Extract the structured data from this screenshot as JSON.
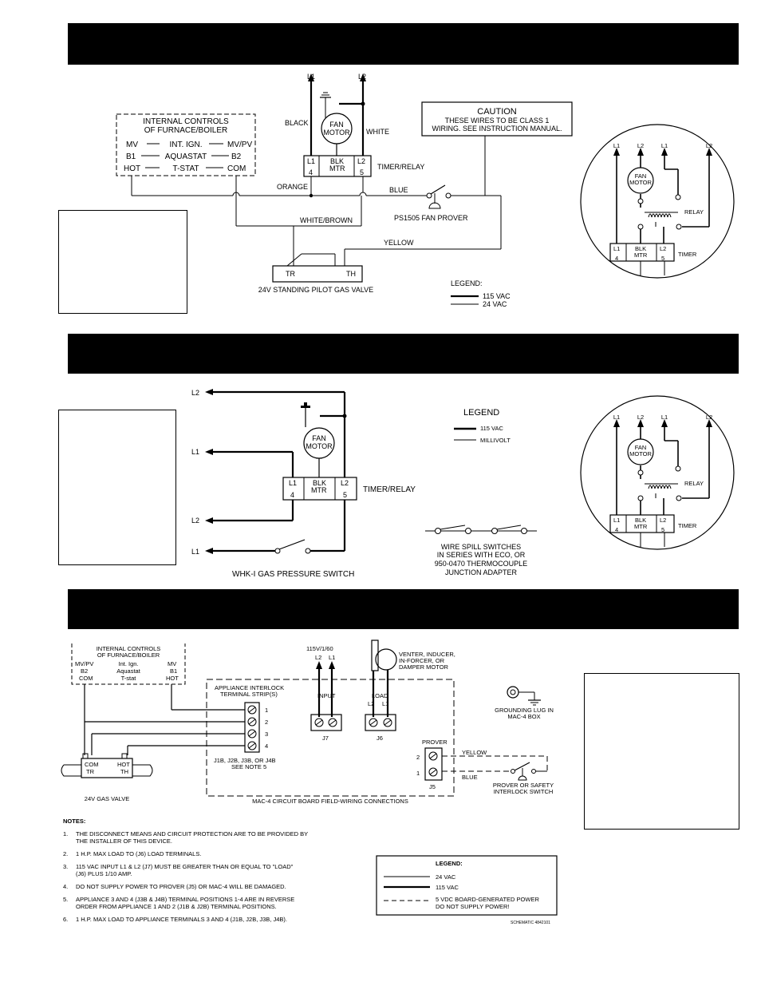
{
  "panel1": {
    "internal_controls": {
      "line1": "INTERNAL CONTROLS",
      "line2": "OF FURNACE/BOILER",
      "row1_left": "MV",
      "row1_mid": "INT. IGN.",
      "row1_right": "MV/PV",
      "row2_left": "B1",
      "row2_mid": "AQUASTAT",
      "row2_right": "B2",
      "row3_left": "HOT",
      "row3_mid": "T-STAT",
      "row3_right": "COM"
    },
    "l1": "L1",
    "l2": "L2",
    "black": "BLACK",
    "white": "WHITE",
    "fan_motor": [
      "FAN",
      "MOTOR"
    ],
    "relay_l1": "L1",
    "relay_blk": "BLK",
    "relay_mtr": "MTR",
    "relay_l2": "L2",
    "relay_4": "4",
    "relay_5": "5",
    "timer_relay": "TIMER/RELAY",
    "caution_title": "CAUTION",
    "caution_line1": "THESE WIRES TO BE CLASS 1",
    "caution_line2": "WIRING. SEE INSTRUCTION MANUAL.",
    "orange": "ORANGE",
    "blue": "BLUE",
    "white_brown": "WHITE/BROWN",
    "yellow": "YELLOW",
    "fan_prover": "PS1505 FAN PROVER",
    "tr": "TR",
    "th": "TH",
    "gas_valve": "24V STANDING PILOT GAS VALVE",
    "legend_title": "LEGEND:",
    "legend_115": "115 VAC",
    "legend_24": "24 VAC"
  },
  "panel2": {
    "l2_top": "L2",
    "l1_a": "L1",
    "l2_b": "L2",
    "l1_b": "L1",
    "fan_motor": [
      "FAN",
      "MOTOR"
    ],
    "relay_l1": "L1",
    "relay_blk": "BLK",
    "relay_mtr": "MTR",
    "relay_l2": "L2",
    "relay_4": "4",
    "relay_5": "5",
    "timer_relay": "TIMER/RELAY",
    "switch": "WHK-I GAS PRESSURE SWITCH",
    "legend_title": "LEGEND",
    "legend_115": "115 VAC",
    "legend_mv": "MILLIVOLT",
    "spill_line1": "WIRE SPILL SWITCHES",
    "spill_line2": "IN SERIES WITH ECO, OR",
    "spill_line3": "950-0470 THERMOCOUPLE",
    "spill_line4": "JUNCTION ADAPTER"
  },
  "inset": {
    "l1a": "L1",
    "l2a": "L2",
    "l1b": "L1",
    "l2b": "L2",
    "fan_motor": [
      "FAN",
      "MOTOR"
    ],
    "relay": "RELAY",
    "timer": "TIMER",
    "t_l1": "L1",
    "t_blk": "BLK",
    "t_mtr": "MTR",
    "t_l2": "L2",
    "t_4": "4",
    "t_5": "5"
  },
  "panel3": {
    "internal_controls": {
      "line1": "INTERNAL CONTROLS",
      "line2": "OF FURNACE/BOILER",
      "row1_left": "MV/PV",
      "row1_mid": "Int. Ign.",
      "row1_right": "MV",
      "row2_left": "B2",
      "row2_mid": "Aquastat",
      "row2_right": "B1",
      "row3_left": "COM",
      "row3_mid": "T-stat",
      "row3_right": "HOT"
    },
    "strip_line1": "APPLIANCE INTERLOCK",
    "strip_line2": "TERMINAL STRIP(S)",
    "terminals": [
      "1",
      "2",
      "3",
      "4"
    ],
    "jnote_line1": "J1B, J2B, J3B, OR J4B",
    "jnote_line2": "SEE NOTE 5",
    "power": "115V/1/60",
    "input_l2": "L2",
    "input_l1": "L1",
    "input": "INPUT",
    "j7": "J7",
    "load": "LOAD",
    "load_l2": "L2",
    "load_l1": "L1",
    "j6": "J6",
    "motor_line1": "VENTER, INDUCER,",
    "motor_line2": "IN-FORCER, OR",
    "motor_line3": "DAMPER MOTOR",
    "ground_line1": "GROUNDING LUG IN",
    "ground_line2": "MAC-4 BOX",
    "prover": "PROVER",
    "p2": "2",
    "p1": "1",
    "j5": "J5",
    "yellow": "YELLOW",
    "blue": "BLUE",
    "switch_line1": "PROVER OR SAFETY",
    "switch_line2": "INTERLOCK SWITCH",
    "com": "COM",
    "tr": "TR",
    "hot": "HOT",
    "th": "TH",
    "valve": "24V GAS VALVE",
    "board": "MAC-4 CIRCUIT BOARD FIELD-WIRING CONNECTIONS"
  },
  "notes": {
    "title": "NOTES:",
    "items": [
      {
        "num": "1.",
        "line1": "THE DISCONNECT MEANS AND CIRCUIT PROTECTION ARE TO BE PROVIDED BY",
        "line2": "THE INSTALLER OF THIS DEVICE."
      },
      {
        "num": "2.",
        "line1": "1 H.P. MAX LOAD TO (J6) LOAD TERMINALS.",
        "line2": ""
      },
      {
        "num": "3.",
        "line1": "115 VAC INPUT L1 & L2 (J7) MUST BE GREATER THAN OR EQUAL TO \"LOAD\"",
        "line2": "(J6) PLUS 1/10 AMP."
      },
      {
        "num": "4.",
        "line1": "DO NOT SUPPLY POWER TO PROVER (J5) OR MAC-4 WILL BE DAMAGED.",
        "line2": ""
      },
      {
        "num": "5.",
        "line1": "APPLIANCE 3 AND 4 (J3B & J4B) TERMINAL POSITIONS 1-4 ARE IN REVERSE",
        "line2": "ORDER FROM APPLIANCE 1 AND 2 (J1B & J2B) TERMINAL POSITIONS."
      },
      {
        "num": "6.",
        "line1": "1 H.P. MAX LOAD TO APPLIANCE TERMINALS 3 AND 4 (J1B, J2B, J3B, J4B).",
        "line2": ""
      }
    ]
  },
  "legend3": {
    "title": "LEGEND:",
    "l24": "24 VAC",
    "l115": "115 VAC",
    "l5v_line1": "5 VDC BOARD-GENERATED POWER",
    "l5v_line2": "DO NOT SUPPLY POWER!"
  },
  "schematic_id": "SCHEMATIC 4842101",
  "colors": {
    "ink": "#000000",
    "paper": "#ffffff"
  }
}
